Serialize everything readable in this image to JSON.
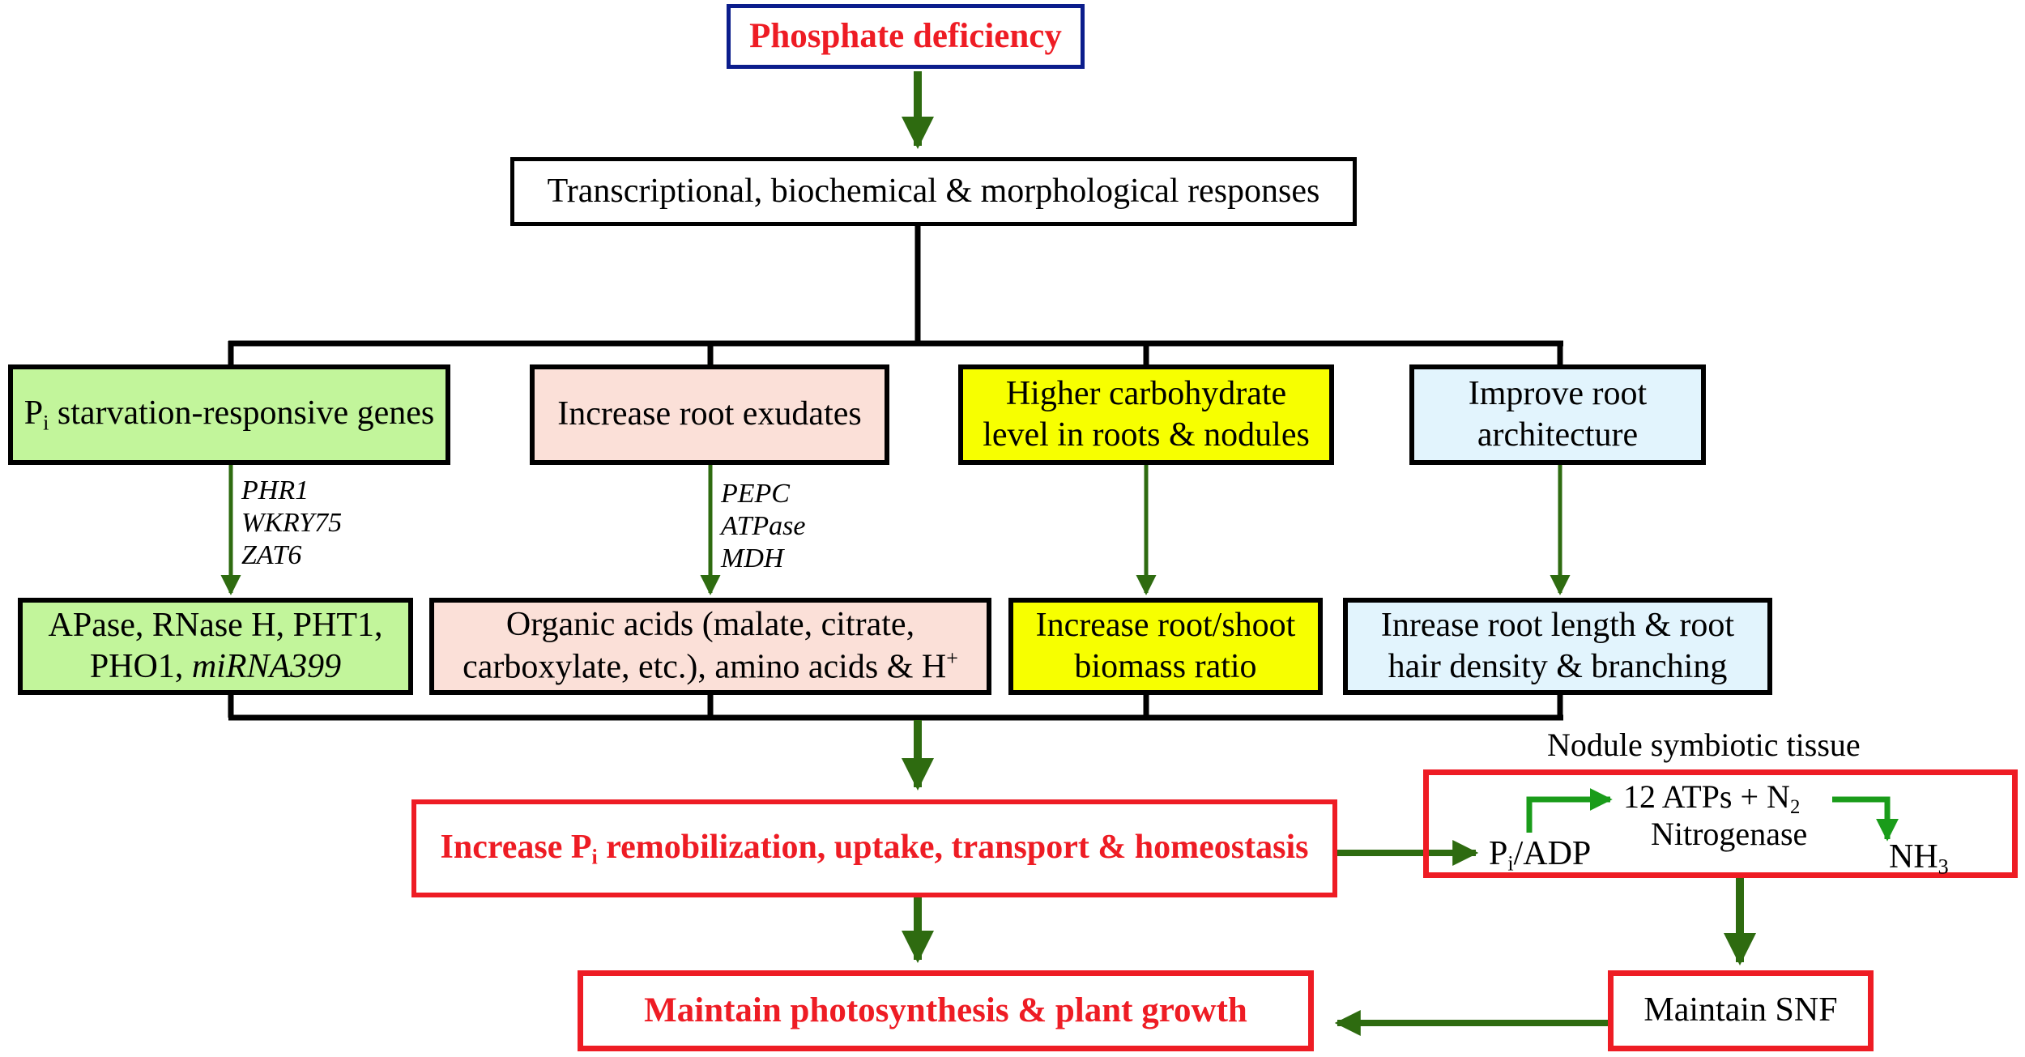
{
  "top": {
    "text": "Phosphate deficiency"
  },
  "responses": {
    "text": "Transcriptional, biochemical & morphological responses"
  },
  "branch1": {
    "title_pre": "P",
    "title_sub": "i",
    "title_post": " starvation-responsive genes",
    "genes": [
      "PHR1",
      "WKRY75",
      "ZAT6"
    ],
    "result_line1": "APase, RNase H, PHT1,",
    "result_line2_pre": "PHO1, ",
    "result_line2_it": "miRNA399"
  },
  "branch2": {
    "title": "Increase root exudates",
    "genes": [
      "PEPC",
      "ATPase",
      "MDH"
    ],
    "result_line1": "Organic acids (malate, citrate,",
    "result_line2": "carboxylate, etc.), amino acids & H",
    "result_sup": "+"
  },
  "branch3": {
    "title_line1": "Higher carbohydrate",
    "title_line2": "level in roots & nodules",
    "result_line1": "Increase root/shoot",
    "result_line2": "biomass ratio"
  },
  "branch4": {
    "title_line1": "Improve root",
    "title_line2": "architecture",
    "result_line1": "Inrease root length & root",
    "result_line2": "hair density & branching"
  },
  "remob": {
    "pre": "Increase P",
    "sub": "i",
    "post": " remobilization, uptake, transport & homeostasis"
  },
  "nodule": {
    "label": "Nodule symbiotic tissue",
    "pi_pre": "P",
    "pi_sub": "i",
    "pi_post": "/ADP",
    "atp_pre": "12 ATPs + N",
    "atp_sub": "2",
    "enzyme": "Nitrogenase",
    "nh_pre": "NH",
    "nh_sub": "3"
  },
  "snf": {
    "text": "Maintain SNF"
  },
  "growth": {
    "text": "Maintain photosynthesis & plant growth"
  },
  "colors": {
    "arrow_green": "#2e6b10",
    "bright_green": "#1a9c1a",
    "red": "#ee1c24",
    "navy": "#0b1d8c",
    "light_green": "#c2f59b",
    "peach": "#fbe0d8",
    "yellow": "#f7ff00",
    "light_blue": "#e2f4fd"
  }
}
